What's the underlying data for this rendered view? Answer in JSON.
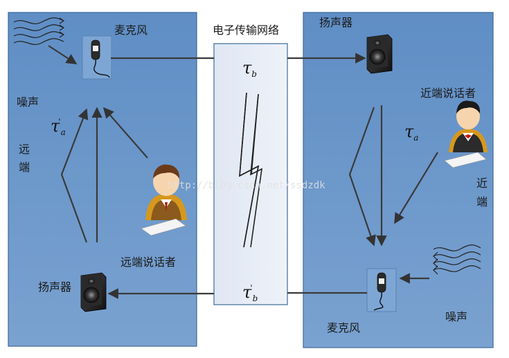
{
  "network": {
    "title": "电子传输网络",
    "delay_top": {
      "symbol": "τ",
      "sub": "b",
      "sup": ""
    },
    "delay_bottom": {
      "symbol": "τ",
      "sub": "b",
      "sup": "'"
    }
  },
  "far_end": {
    "microphone_label": "麦克风",
    "noise_label": "噪声",
    "speaker_label": "扬声器",
    "talker_label": "远端说话者",
    "side_label_1": "远",
    "side_label_2": "端",
    "delay": {
      "symbol": "τ",
      "sub": "a",
      "sup": "'"
    }
  },
  "near_end": {
    "speaker_label": "扬声器",
    "talker_label": "近端说话者",
    "microphone_label": "麦克风",
    "noise_label": "噪声",
    "side_label_1": "近",
    "side_label_2": "端",
    "delay": {
      "symbol": "τ",
      "sub": "a",
      "sup": ""
    }
  },
  "watermark": "http://blog.csdn.net/ssdzdk",
  "colors": {
    "panel_fill": "#6994c6",
    "panel_border": "#2e5c8a",
    "network_fill": "#e6ecf6",
    "arrow": "#3a3a3a"
  }
}
